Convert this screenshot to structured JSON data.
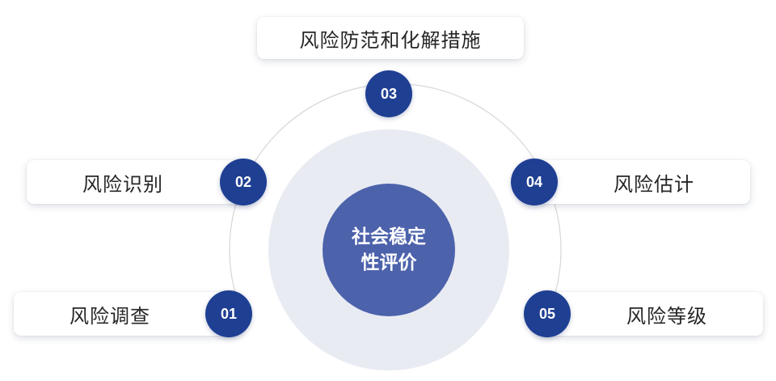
{
  "center": {
    "line1": "社会稳定",
    "line2": "性评价"
  },
  "steps": [
    {
      "number": "01",
      "label": "风险调查"
    },
    {
      "number": "02",
      "label": "风险识别"
    },
    {
      "number": "03",
      "label": "风险防范和化解措施"
    },
    {
      "number": "04",
      "label": "风险估计"
    },
    {
      "number": "05",
      "label": "风险等级"
    }
  ],
  "colors": {
    "badge": "#1f3f93",
    "core": "#4c62ab",
    "disc": "#e9ebf3",
    "ring": "#d6d6d6",
    "text": "#262626"
  }
}
